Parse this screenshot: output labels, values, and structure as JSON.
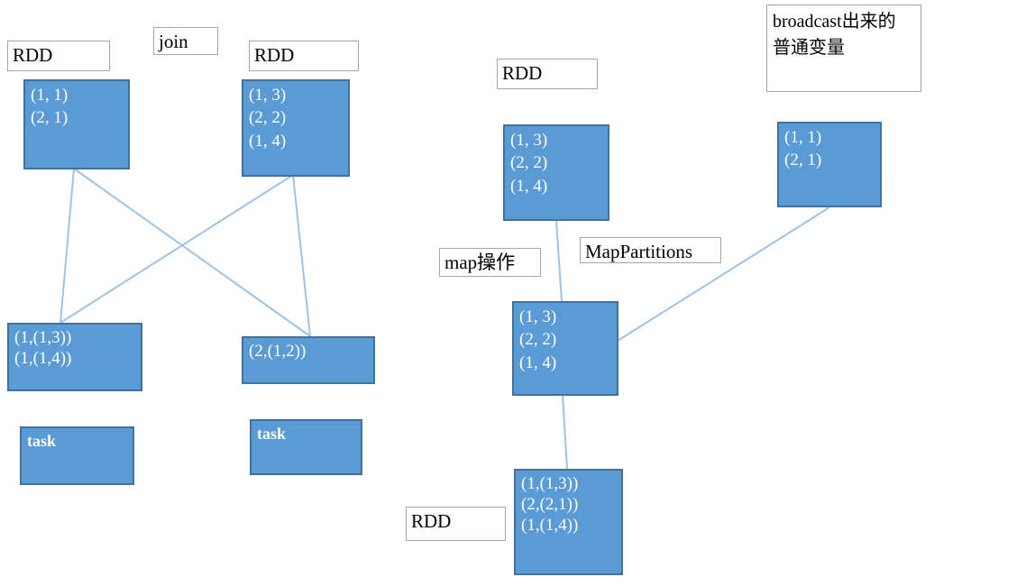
{
  "diagram": {
    "title": "Spark RDD join and mapPartitions diagram",
    "colors": {
      "node_fill": "#5B9BD5",
      "node_border": "#41719C",
      "node_text": "#FFFFFF",
      "label_fill": "#FFFFFF",
      "label_border": "#A6A6A6",
      "label_text": "#000000",
      "connector": "#9DC3E6",
      "background": "#FFFFFF"
    },
    "labels": [
      {
        "id": "label-rdd-left",
        "text": "RDD"
      },
      {
        "id": "label-join",
        "text": "join"
      },
      {
        "id": "label-rdd-right",
        "text": "RDD"
      },
      {
        "id": "label-rdd-mid",
        "text": "RDD"
      },
      {
        "id": "label-broadcast",
        "text": "broadcast出来的\n普通变量"
      },
      {
        "id": "label-map",
        "text": "map操作"
      },
      {
        "id": "label-mappartitions",
        "text": "MapPartitions"
      },
      {
        "id": "label-rdd-bottom",
        "text": "RDD"
      }
    ],
    "nodes": [
      {
        "id": "node-rdd-left-data",
        "text": "(1, 1)\n(2, 1)"
      },
      {
        "id": "node-rdd-right-data",
        "text": "(1, 3)\n(2, 2)\n(1, 4)"
      },
      {
        "id": "node-join-result-left",
        "text": "(1,(1,3))\n(1,(1,4))"
      },
      {
        "id": "node-join-result-right",
        "text": "(2,(1,2))"
      },
      {
        "id": "node-task-left",
        "text": "task"
      },
      {
        "id": "node-task-right",
        "text": "task"
      },
      {
        "id": "node-rdd-mid-data",
        "text": "(1, 3)\n(2, 2)\n(1, 4)"
      },
      {
        "id": "node-broadcast-data",
        "text": "(1, 1)\n(2, 1)"
      },
      {
        "id": "node-mappartitions-input",
        "text": "(1, 3)\n(2, 2)\n(1, 4)"
      },
      {
        "id": "node-mappartitions-output",
        "text": "(1,(1,3))\n(2,(2,1))\n(1,(1,4))"
      }
    ],
    "connectors": [
      {
        "id": "edge-left-to-result-left",
        "from": "node-rdd-left-data",
        "to": "node-join-result-left"
      },
      {
        "id": "edge-left-to-result-right",
        "from": "node-rdd-left-data",
        "to": "node-join-result-right"
      },
      {
        "id": "edge-right-to-result-left",
        "from": "node-rdd-right-data",
        "to": "node-join-result-left"
      },
      {
        "id": "edge-right-to-result-right",
        "from": "node-rdd-right-data",
        "to": "node-join-result-right"
      },
      {
        "id": "edge-mid-to-mappartitions",
        "from": "node-rdd-mid-data",
        "to": "node-mappartitions-input"
      },
      {
        "id": "edge-broadcast-to-mappartitions",
        "from": "node-broadcast-data",
        "to": "node-mappartitions-input"
      },
      {
        "id": "edge-mappartitions-to-output",
        "from": "node-mappartitions-input",
        "to": "node-mappartitions-output"
      }
    ]
  }
}
